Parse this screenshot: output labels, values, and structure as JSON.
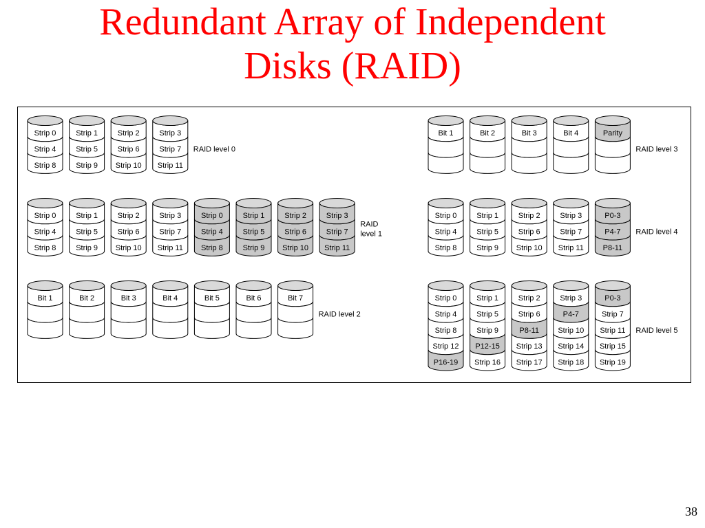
{
  "slide": {
    "title": "Redundant Array of Independent Disks (RAID)",
    "title_color": "#ff0000",
    "page_number": "38"
  },
  "raid": {
    "colors": {
      "plain": "#ffffff",
      "shaded": "#c8c8c8",
      "cap": "#d9d9d9",
      "stroke": "#000000"
    },
    "groups": [
      {
        "label_lines": [
          "RAID level 0"
        ],
        "disks": [
          {
            "cells": [
              {
                "text": "Strip 0"
              },
              {
                "text": "Strip 4"
              },
              {
                "text": "Strip 8"
              }
            ]
          },
          {
            "cells": [
              {
                "text": "Strip 1"
              },
              {
                "text": "Strip 5"
              },
              {
                "text": "Strip 9"
              }
            ]
          },
          {
            "cells": [
              {
                "text": "Strip 2"
              },
              {
                "text": "Strip 6"
              },
              {
                "text": "Strip 10"
              }
            ]
          },
          {
            "cells": [
              {
                "text": "Strip 3"
              },
              {
                "text": "Strip 7"
              },
              {
                "text": "Strip 11"
              }
            ]
          }
        ]
      },
      {
        "label_lines": [
          "RAID",
          "level 1"
        ],
        "disks": [
          {
            "cells": [
              {
                "text": "Strip 0"
              },
              {
                "text": "Strip 4"
              },
              {
                "text": "Strip 8"
              }
            ]
          },
          {
            "cells": [
              {
                "text": "Strip 1"
              },
              {
                "text": "Strip 5"
              },
              {
                "text": "Strip 9"
              }
            ]
          },
          {
            "cells": [
              {
                "text": "Strip 2"
              },
              {
                "text": "Strip 6"
              },
              {
                "text": "Strip 10"
              }
            ]
          },
          {
            "cells": [
              {
                "text": "Strip 3"
              },
              {
                "text": "Strip 7"
              },
              {
                "text": "Strip 11"
              }
            ]
          },
          {
            "cells": [
              {
                "text": "Strip 0",
                "shaded": true
              },
              {
                "text": "Strip 4",
                "shaded": true
              },
              {
                "text": "Strip 8",
                "shaded": true
              }
            ]
          },
          {
            "cells": [
              {
                "text": "Strip 1",
                "shaded": true
              },
              {
                "text": "Strip 5",
                "shaded": true
              },
              {
                "text": "Strip 9",
                "shaded": true
              }
            ]
          },
          {
            "cells": [
              {
                "text": "Strip 2",
                "shaded": true
              },
              {
                "text": "Strip 6",
                "shaded": true
              },
              {
                "text": "Strip 10",
                "shaded": true
              }
            ]
          },
          {
            "cells": [
              {
                "text": "Strip 3",
                "shaded": true
              },
              {
                "text": "Strip 7",
                "shaded": true
              },
              {
                "text": "Strip 11",
                "shaded": true
              }
            ]
          }
        ]
      },
      {
        "label_lines": [
          "RAID level 2"
        ],
        "disks": [
          {
            "cells": [
              {
                "text": "Bit 1"
              },
              {
                "text": ""
              },
              {
                "text": ""
              }
            ]
          },
          {
            "cells": [
              {
                "text": "Bit 2"
              },
              {
                "text": ""
              },
              {
                "text": ""
              }
            ]
          },
          {
            "cells": [
              {
                "text": "Bit 3"
              },
              {
                "text": ""
              },
              {
                "text": ""
              }
            ]
          },
          {
            "cells": [
              {
                "text": "Bit 4"
              },
              {
                "text": ""
              },
              {
                "text": ""
              }
            ]
          },
          {
            "cells": [
              {
                "text": "Bit 5"
              },
              {
                "text": ""
              },
              {
                "text": ""
              }
            ]
          },
          {
            "cells": [
              {
                "text": "Bit 6"
              },
              {
                "text": ""
              },
              {
                "text": ""
              }
            ]
          },
          {
            "cells": [
              {
                "text": "Bit 7"
              },
              {
                "text": ""
              },
              {
                "text": ""
              }
            ]
          }
        ]
      },
      {
        "label_lines": [
          "RAID level 3"
        ],
        "disks": [
          {
            "cells": [
              {
                "text": "Bit 1"
              },
              {
                "text": ""
              },
              {
                "text": ""
              }
            ]
          },
          {
            "cells": [
              {
                "text": "Bit 2"
              },
              {
                "text": ""
              },
              {
                "text": ""
              }
            ]
          },
          {
            "cells": [
              {
                "text": "Bit 3"
              },
              {
                "text": ""
              },
              {
                "text": ""
              }
            ]
          },
          {
            "cells": [
              {
                "text": "Bit 4"
              },
              {
                "text": ""
              },
              {
                "text": ""
              }
            ]
          },
          {
            "cells": [
              {
                "text": "Parity",
                "shaded": true
              },
              {
                "text": ""
              },
              {
                "text": ""
              }
            ]
          }
        ]
      },
      {
        "label_lines": [
          "RAID level 4"
        ],
        "disks": [
          {
            "cells": [
              {
                "text": "Strip 0"
              },
              {
                "text": "Strip 4"
              },
              {
                "text": "Strip 8"
              }
            ]
          },
          {
            "cells": [
              {
                "text": "Strip 1"
              },
              {
                "text": "Strip 5"
              },
              {
                "text": "Strip 9"
              }
            ]
          },
          {
            "cells": [
              {
                "text": "Strip 2"
              },
              {
                "text": "Strip 6"
              },
              {
                "text": "Strip 10"
              }
            ]
          },
          {
            "cells": [
              {
                "text": "Strip 3"
              },
              {
                "text": "Strip 7"
              },
              {
                "text": "Strip 11"
              }
            ]
          },
          {
            "cells": [
              {
                "text": "P0-3",
                "shaded": true
              },
              {
                "text": "P4-7",
                "shaded": true
              },
              {
                "text": "P8-11",
                "shaded": true
              }
            ]
          }
        ]
      },
      {
        "label_lines": [
          "RAID level 5"
        ],
        "disks": [
          {
            "cells": [
              {
                "text": "Strip 0"
              },
              {
                "text": "Strip 4"
              },
              {
                "text": "Strip 8"
              },
              {
                "text": "Strip 12"
              },
              {
                "text": "P16-19",
                "shaded": true
              }
            ]
          },
          {
            "cells": [
              {
                "text": "Strip 1"
              },
              {
                "text": "Strip 5"
              },
              {
                "text": "Strip 9"
              },
              {
                "text": "P12-15",
                "shaded": true
              },
              {
                "text": "Strip 16"
              }
            ]
          },
          {
            "cells": [
              {
                "text": "Strip 2"
              },
              {
                "text": "Strip 6"
              },
              {
                "text": "P8-11",
                "shaded": true
              },
              {
                "text": "Strip 13"
              },
              {
                "text": "Strip 17"
              }
            ]
          },
          {
            "cells": [
              {
                "text": "Strip 3"
              },
              {
                "text": "P4-7",
                "shaded": true
              },
              {
                "text": "Strip 10"
              },
              {
                "text": "Strip 14"
              },
              {
                "text": "Strip 18"
              }
            ]
          },
          {
            "cells": [
              {
                "text": "P0-3",
                "shaded": true
              },
              {
                "text": "Strip 7"
              },
              {
                "text": "Strip 11"
              },
              {
                "text": "Strip 15"
              },
              {
                "text": "Strip 19"
              }
            ]
          }
        ]
      }
    ]
  }
}
